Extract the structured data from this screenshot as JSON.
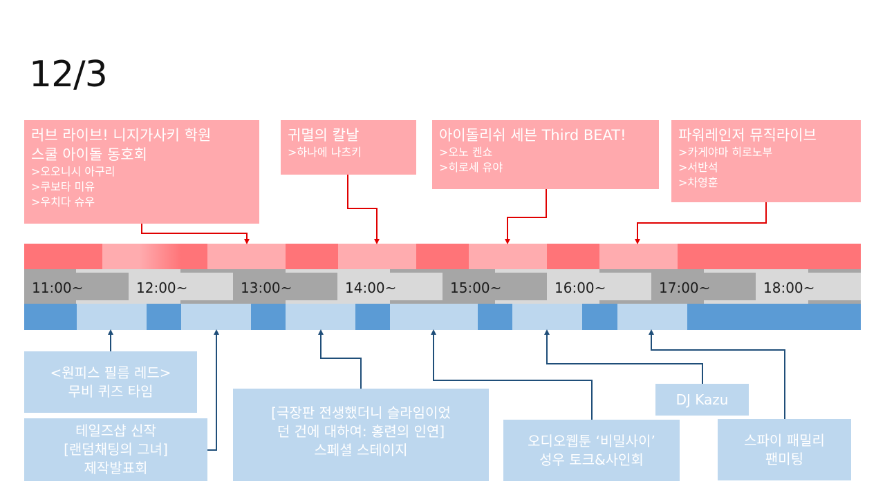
{
  "title": "12/3",
  "times": [
    "11:00~",
    "12:00~",
    "13:00~",
    "14:00~",
    "15:00~",
    "16:00~",
    "17:00~",
    "18:00~"
  ],
  "top_events": [
    {
      "title_lines": [
        "러브 라이브! 니지가사키 학원",
        "스쿨 아이돌 동호회"
      ],
      "cast": [
        ">오오니시 아구리",
        ">쿠보타 미유",
        ">우치다 슈우"
      ]
    },
    {
      "title_lines": [
        "귀멸의 칼날"
      ],
      "cast": [
        ">하나에 나츠키"
      ]
    },
    {
      "title_lines": [
        "아이돌리쉬 세븐 Third BEAT!"
      ],
      "cast": [
        ">오노 켄쇼",
        ">히로세 유야"
      ]
    },
    {
      "title_lines": [
        "파워레인저 뮤직라이브"
      ],
      "cast": [
        ">카게야마 히로노부",
        ">서반석",
        ">차영훈"
      ]
    }
  ],
  "bottom_events": [
    {
      "lines": [
        "<원피스 필름 레드>",
        "무비 퀴즈 타임"
      ]
    },
    {
      "lines": [
        "테일즈샵 신작",
        "[랜덤채팅의 그녀]",
        "제작발표회"
      ]
    },
    {
      "lines": [
        "[극장판 전생했더니 슬라임이었",
        "던 건에 대하여: 홍련의 인연]",
        "스페셜 스테이지"
      ]
    },
    {
      "lines": [
        "오디오웹툰 ‘비밀사이’",
        "성우 토크&사인회"
      ]
    },
    {
      "lines": [
        "DJ Kazu"
      ]
    },
    {
      "lines": [
        "스파이 패밀리",
        "팬미팅"
      ]
    }
  ],
  "colors": {
    "pink_dark": "#ff7478",
    "pink_light": "#ffacaf",
    "blue_dark": "#5b9bd5",
    "blue_light": "#bdd7ee",
    "gray_dark": "#a6a6a6",
    "gray_light": "#d9d9d9",
    "red_line": "#e00000",
    "blue_line": "#1f4e79"
  }
}
